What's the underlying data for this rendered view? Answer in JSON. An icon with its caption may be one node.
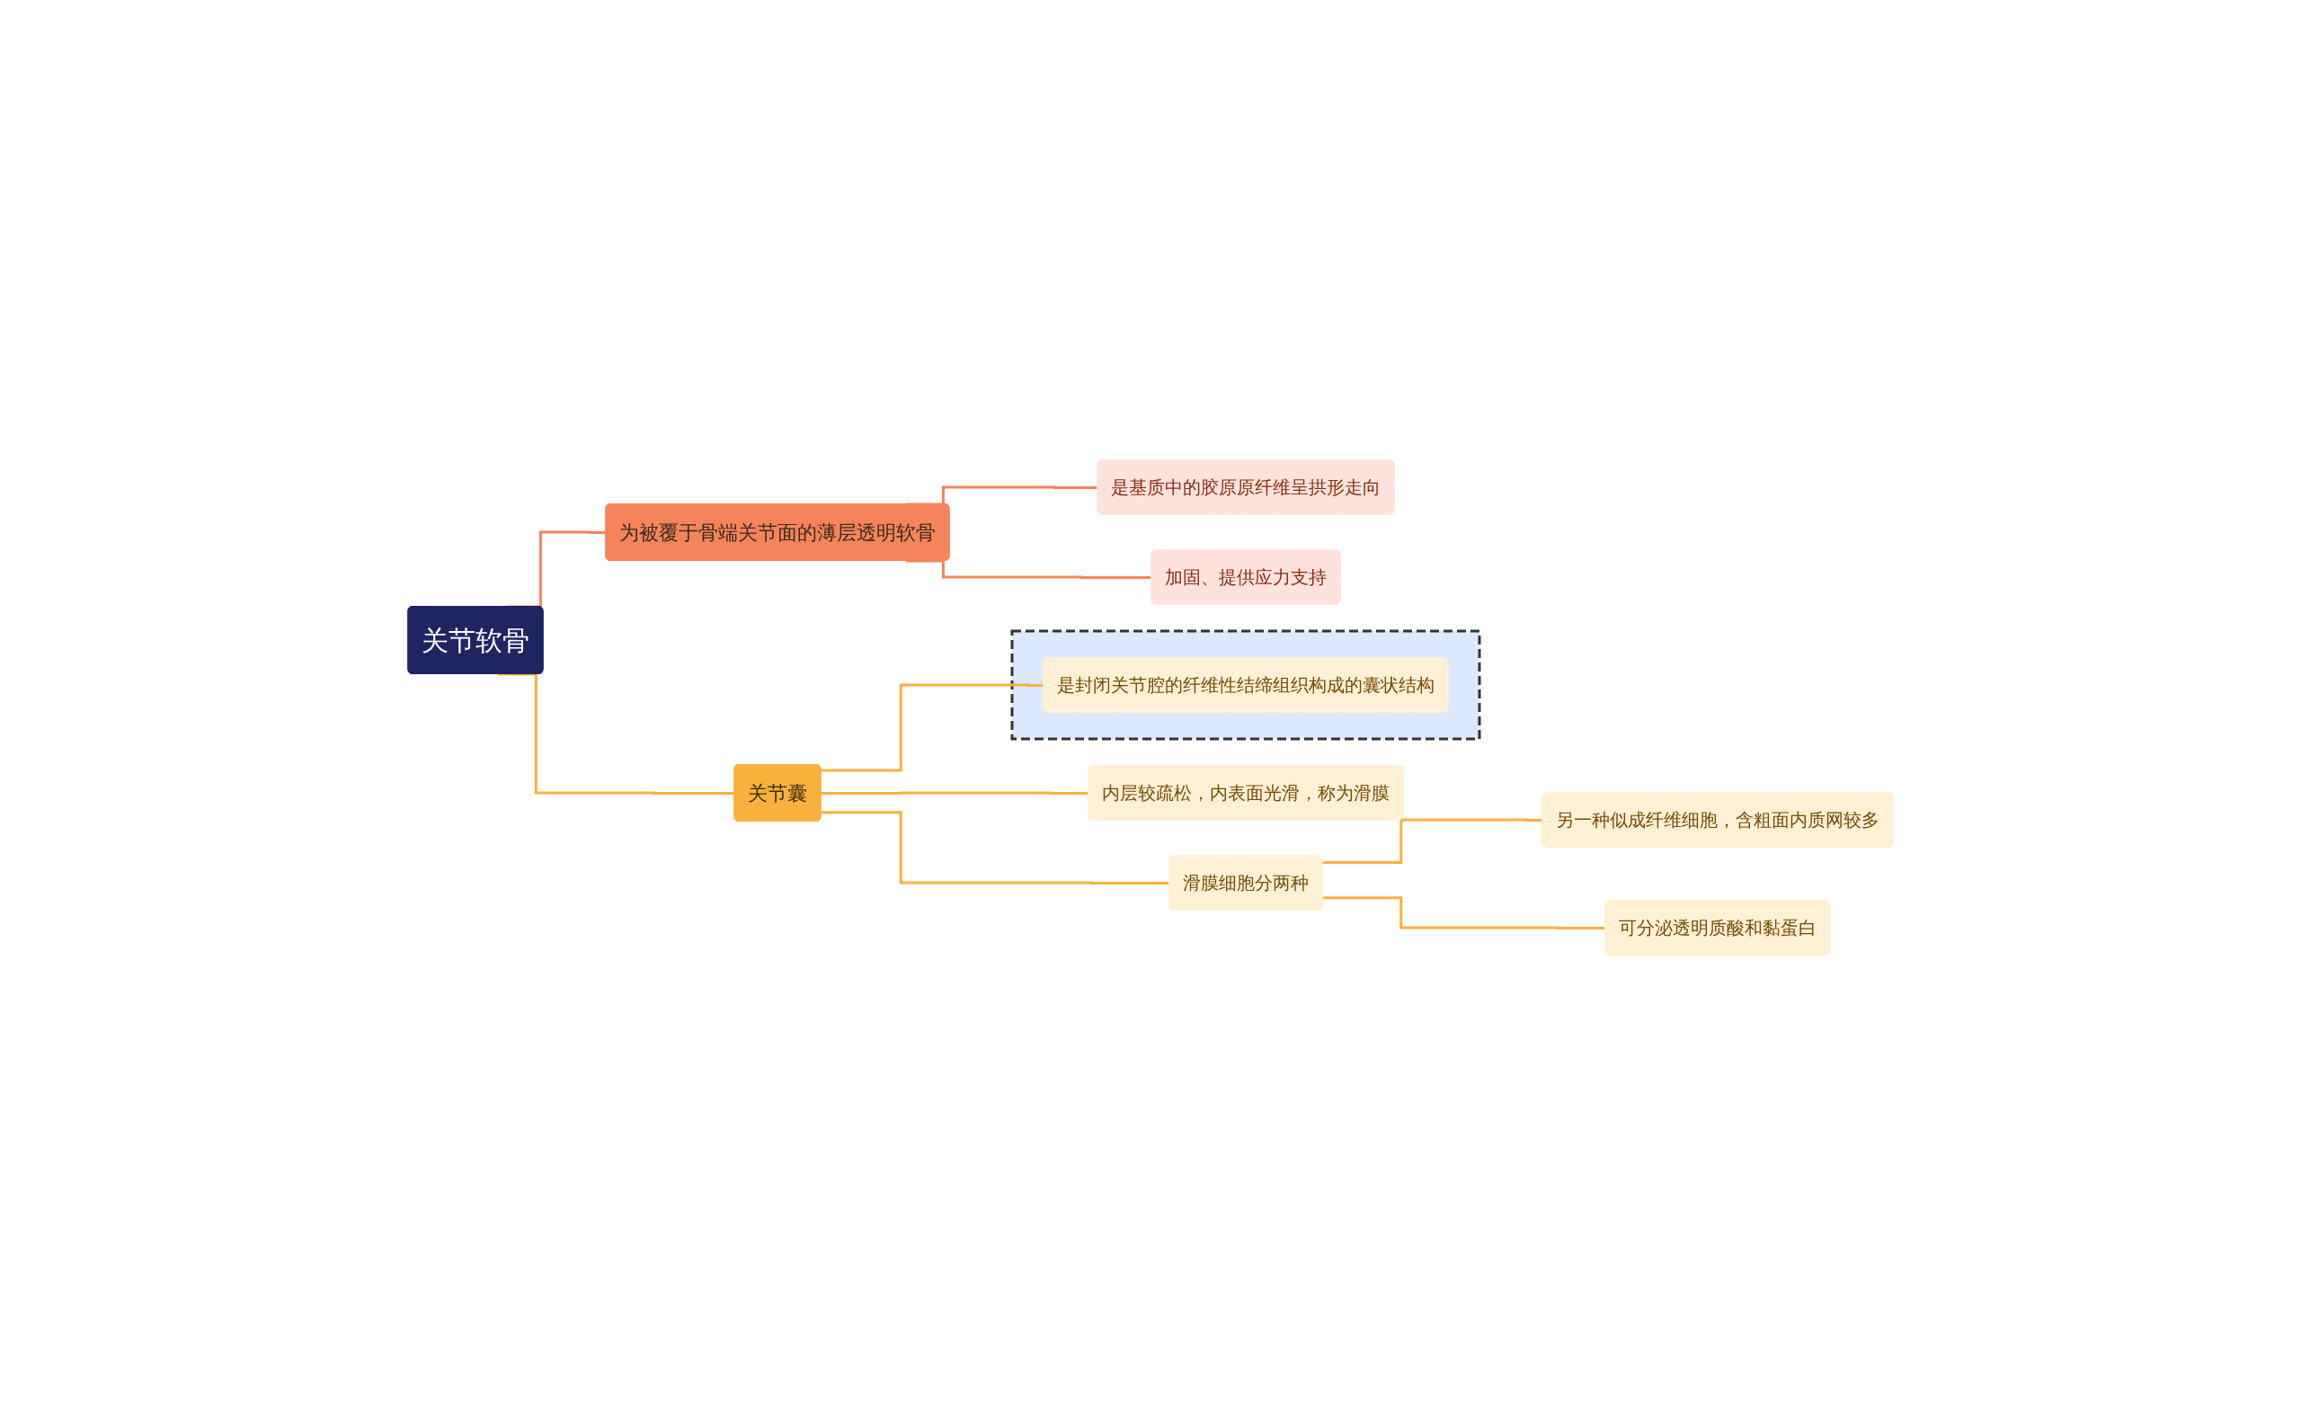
{
  "diagram": {
    "nodes": [
      {
        "text": [
          "关节软骨"
        ]
      },
      {
        "text": [
          "为被覆于骨端关节面的薄层透明软骨"
        ]
      },
      {
        "text": [
          "是基质中的胶原原纤维呈拱形走向"
        ]
      },
      {
        "text": [
          "加固、提供应力支持"
        ]
      },
      {
        "text": [
          "关节囊"
        ]
      },
      {
        "text": [],
        "shape": "box"
      },
      {
        "text": [
          "是封闭关节腔的纤维性结缔组织构成的囊状结构"
        ],
        "in": 5
      },
      {
        "text": [
          "内层较疏松，内表面光滑，称为滑膜"
        ]
      },
      {
        "text": [
          "滑膜细胞分两种"
        ]
      },
      {
        "text": [
          "另一种似成纤维细胞，含粗面内质网较多"
        ]
      },
      {
        "text": [
          "可分泌透明质酸和黏蛋白"
        ]
      }
    ],
    "edges": [
      {
        "from": 0,
        "to": 1,
        "arrow": "none",
        "color": "#f5845a"
      },
      {
        "from": 1,
        "to": 2,
        "arrow": "none",
        "color": "#f5845a"
      },
      {
        "from": 1,
        "to": 3,
        "arrow": "none",
        "color": "#f5845a"
      },
      {
        "from": 0,
        "to": 4,
        "arrow": "none"
      },
      {
        "from": 4,
        "to": 6,
        "arrow": "none"
      },
      {
        "from": 4,
        "to": 7,
        "arrow": "none"
      },
      {
        "from": 4,
        "to": 8,
        "arrow": "none"
      },
      {
        "from": 8,
        "to": 9,
        "arrow": "none"
      },
      {
        "from": 8,
        "to": 10,
        "arrow": "none"
      }
    ]
  }
}
